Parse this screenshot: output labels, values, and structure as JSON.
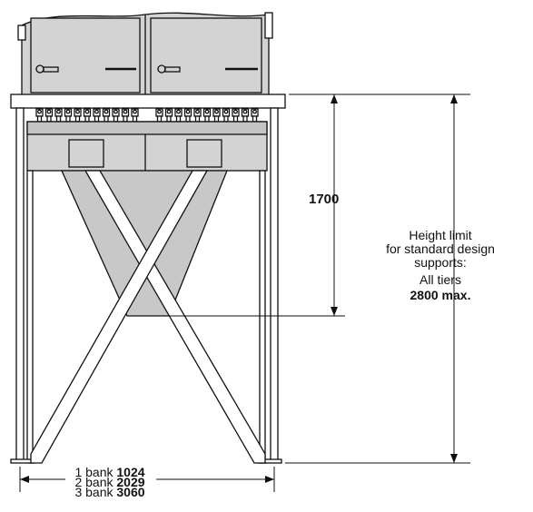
{
  "dimensions": {
    "dim_1700": "1700",
    "height_limit": {
      "line1": "Height limit",
      "line2": "for standard design",
      "line3": "supports:",
      "tiers": "All tiers",
      "max": "2800 max."
    },
    "width": [
      {
        "label": "1 bank",
        "value": "1024"
      },
      {
        "label": "2 bank",
        "value": "2029"
      },
      {
        "label": "3 bank",
        "value": "3060"
      }
    ]
  },
  "colors": {
    "stroke": "#111111",
    "panel_fill": "#d3d3d3",
    "hopper_fill": "#c8c8c8",
    "background": "#ffffff"
  }
}
